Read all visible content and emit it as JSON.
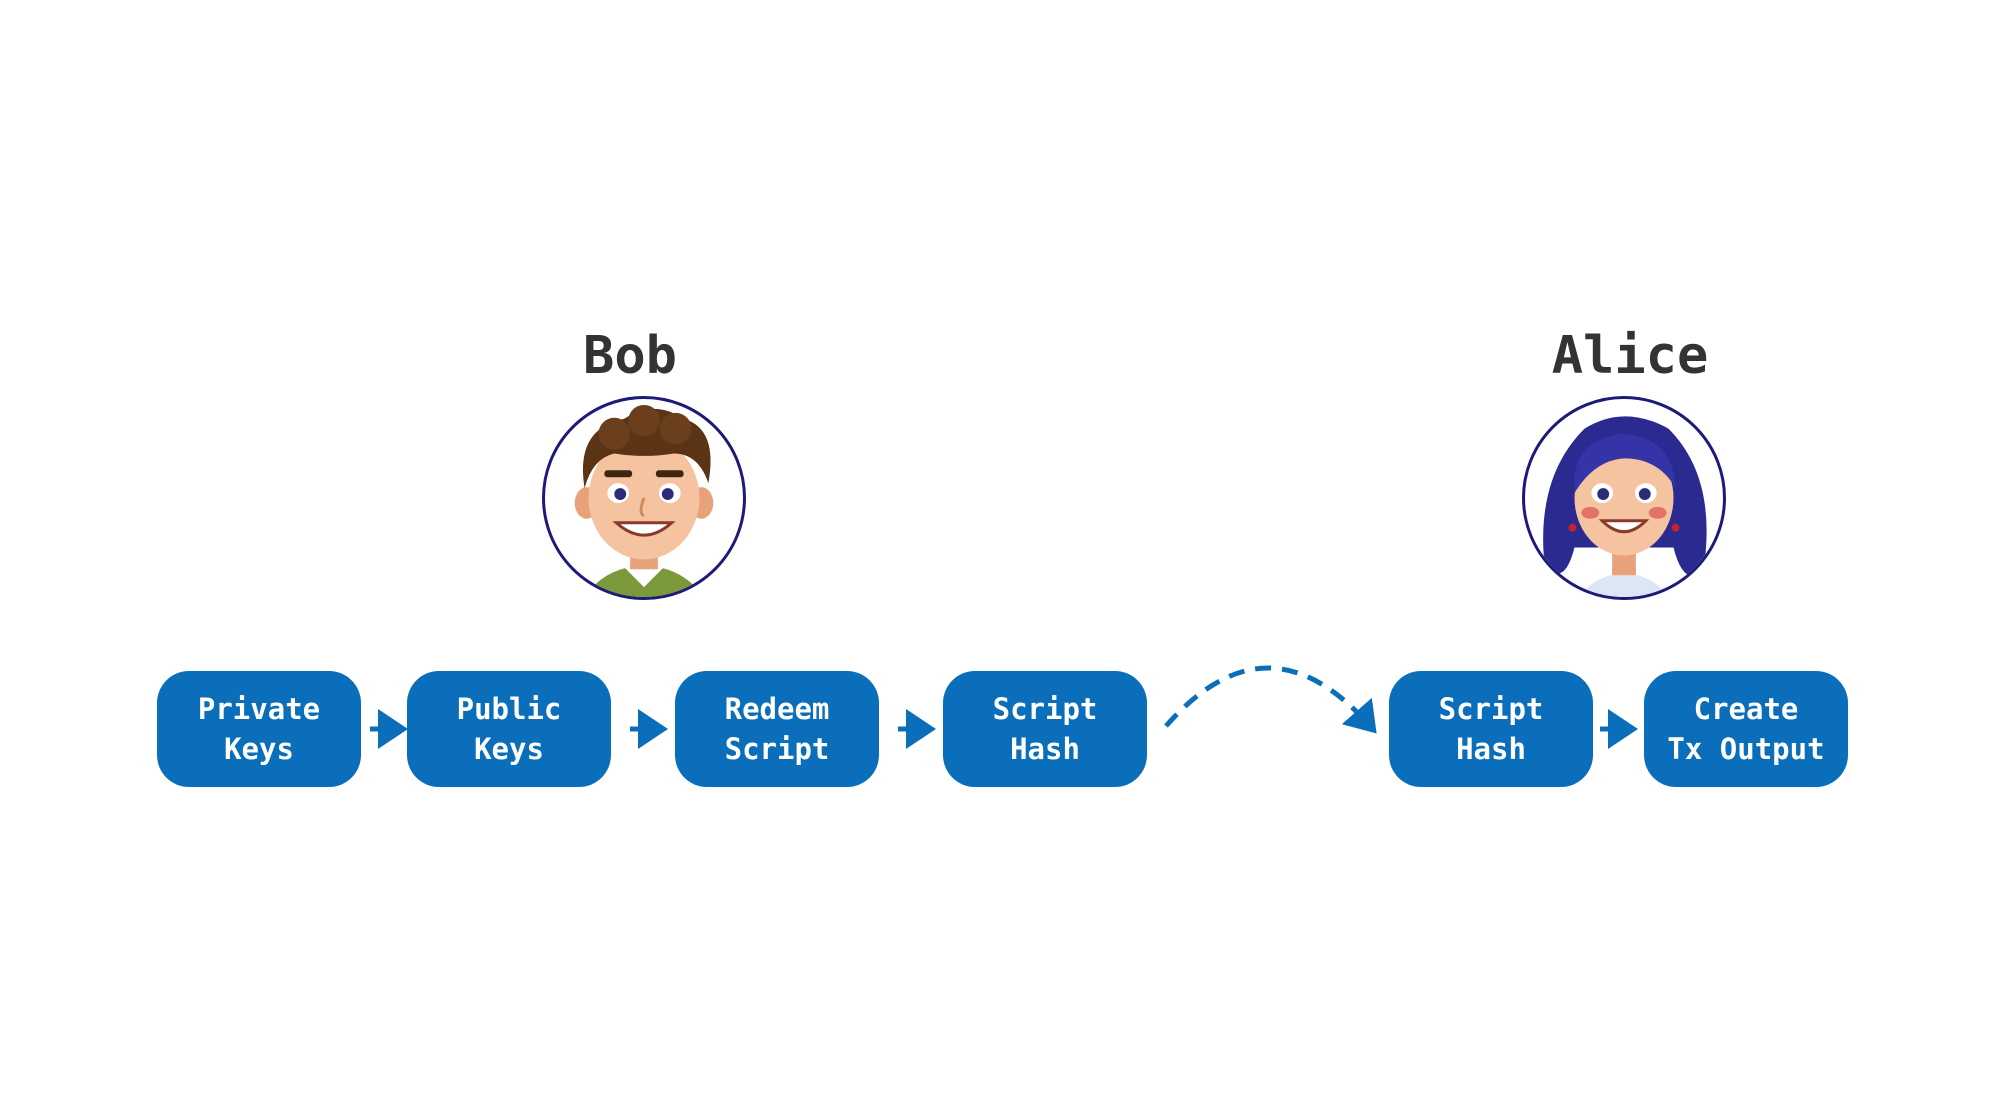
{
  "people": {
    "bob": {
      "name": "Bob"
    },
    "alice": {
      "name": "Alice"
    }
  },
  "steps": [
    {
      "line1": "Private",
      "line2": "Keys"
    },
    {
      "line1": "Public",
      "line2": "Keys"
    },
    {
      "line1": "Redeem",
      "line2": "Script"
    },
    {
      "line1": "Script",
      "line2": "Hash"
    },
    {
      "line1": "Script",
      "line2": "Hash"
    },
    {
      "line1": "Create",
      "line2": "Tx Output"
    }
  ],
  "colors": {
    "box": "#0a6eba",
    "box_text": "#ffffff",
    "arrow": "#0a6eba",
    "name_text": "#333333",
    "avatar_border": "#1d1a7a"
  },
  "icons": {
    "bob_avatar": "bob-avatar-icon",
    "alice_avatar": "alice-avatar-icon"
  }
}
